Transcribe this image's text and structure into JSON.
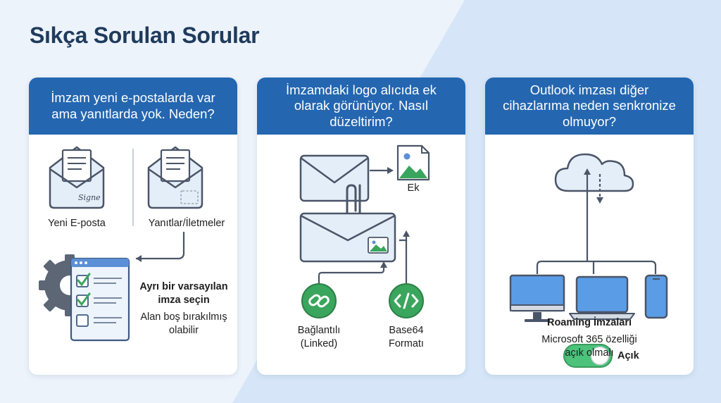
{
  "page": {
    "title": "Sıkça Sorulan Sorular"
  },
  "colors": {
    "header_blue": "#2466b0",
    "title_navy": "#1f3b5c",
    "icon_gray": "#4a5568",
    "light_blue_fill": "#e4eef9",
    "check_green": "#3aa55c",
    "toggle_green": "#4cc27a",
    "device_blue": "#5b9ce6"
  },
  "cards": [
    {
      "question": "İmzam yeni e-postalarda var ama yanıtlarda yok. Neden?",
      "left_label": "Yeni E-posta",
      "signature_text": "Signe",
      "right_label": "Yanıtlar/İletmeler",
      "solution_title_1": "Ayrı bir varsayılan",
      "solution_title_2": "imza seçin",
      "solution_note_1": "Alan boş bırakılmış",
      "solution_note_2": "olabilir"
    },
    {
      "question": "İmzamdaki logo alıcıda ek olarak görünüyor. Nasıl düzeltirim?",
      "attachment_label": "Ek",
      "option_1_line_1": "Bağlantılı",
      "option_1_line_2": "(Linked)",
      "option_2_line_1": "Base64",
      "option_2_line_2": "Formatı"
    },
    {
      "question": "Outlook imzası diğer cihazlarıma neden senkronize olmuyor?",
      "toggle_state": "Açık",
      "feature_name": "Roaming İmzaları",
      "note_line_1": "Microsoft 365 özelliği",
      "note_line_2": "açık olmalı"
    }
  ]
}
